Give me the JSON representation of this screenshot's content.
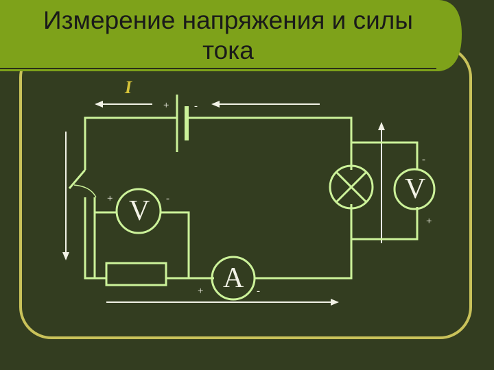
{
  "slide": {
    "title_line1": "Измерение напряжения и силы",
    "title_line2": "тока",
    "current_symbol": "I",
    "voltmeter_left": "V",
    "voltmeter_right": "V",
    "ammeter": "A",
    "battery_plus": "+",
    "battery_minus": "-",
    "vleft_plus": "+",
    "vleft_minus": "-",
    "vright_minus": "-",
    "vright_plus": "+",
    "ammeter_plus": "+",
    "ammeter_minus": "-"
  },
  "colors": {
    "background": "#333d20",
    "title_bar": "#7ea21a",
    "frame": "#c9c25a",
    "wire": "#ccf29a",
    "arrow": "#f2f2e6",
    "current_label": "#d7c43a"
  }
}
